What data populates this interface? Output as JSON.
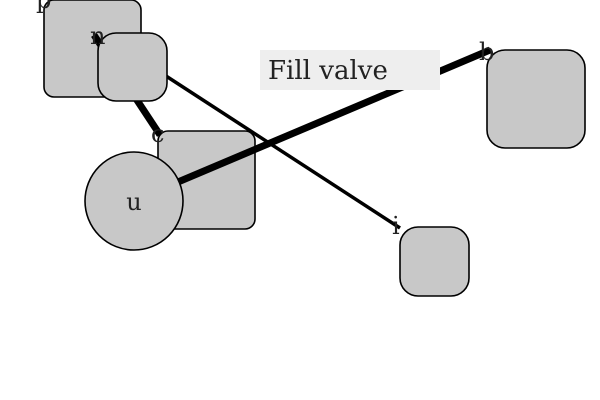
{
  "diagram": {
    "edge_label": "Fill valve",
    "colors": {
      "node_fill": "#c8c8c8",
      "node_stroke": "#000000",
      "edge": "#000000",
      "label_bg": "#eeeeee",
      "text": "#222222"
    },
    "nodes": [
      {
        "id": "n-node",
        "label": "n"
      },
      {
        "id": "p-node",
        "label": "p"
      },
      {
        "id": "t-node",
        "label": ""
      },
      {
        "id": "c-node",
        "label": "c"
      },
      {
        "id": "u-node",
        "label": "u"
      },
      {
        "id": "b-node",
        "label": "b"
      },
      {
        "id": "i-node",
        "label": "i"
      }
    ]
  }
}
